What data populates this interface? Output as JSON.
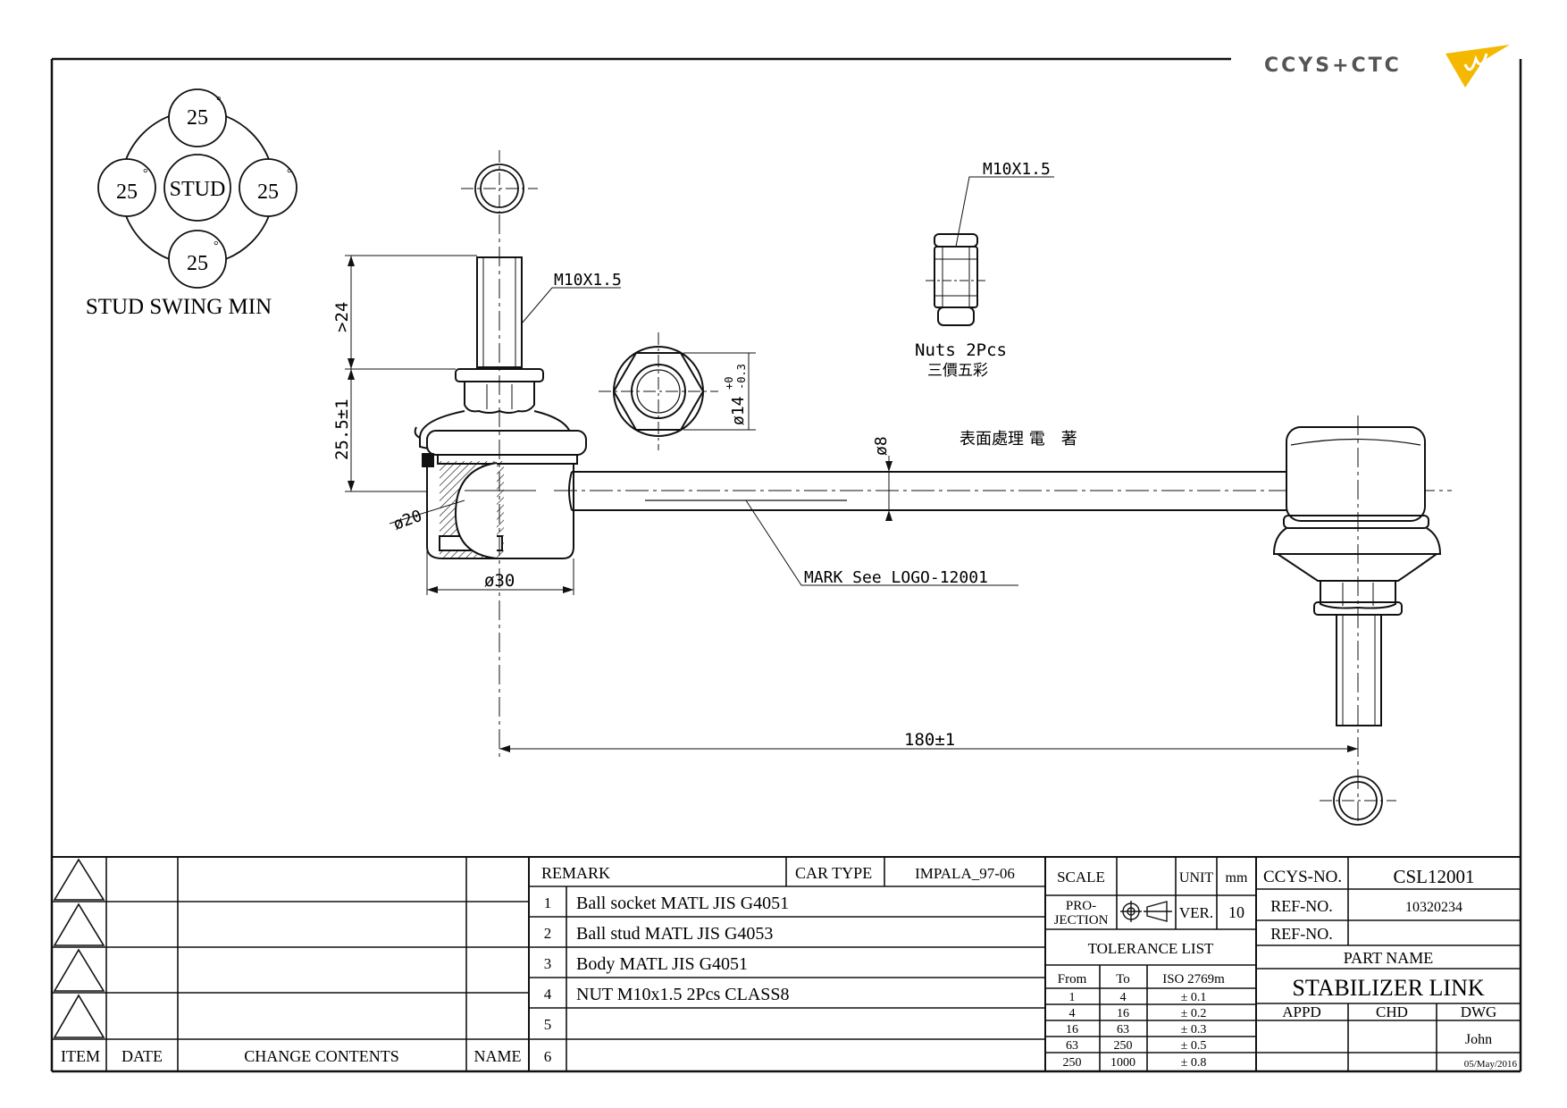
{
  "logo": {
    "text": "CCYS+CTC",
    "accent": "#f5b800"
  },
  "stud_swing": {
    "angles": [
      "25",
      "25",
      "25",
      "25"
    ],
    "degree_mark": "°",
    "center_label": "STUD",
    "caption": "STUD SWING MIN"
  },
  "callouts": {
    "thread_left": "M10X1.5",
    "thread_nut": "M10X1.5",
    "nuts_qty": "Nuts 2Pcs",
    "nuts_note_cn": "三價五彩",
    "surface_note_cn": "表面處理 電　著",
    "mark_note": "MARK See LOGO-12001"
  },
  "dimensions": {
    "thread_length": ">24",
    "height": "25.5±1",
    "ball_dia": "ø20",
    "housing_dia": "ø30",
    "rod_dia": "ø8",
    "hex_dia_main": "ø14",
    "hex_tol_upper": "+0",
    "hex_tol_lower": "-0.3",
    "overall_length": "180±1"
  },
  "revision_block": {
    "headers": {
      "item": "ITEM",
      "date": "DATE",
      "change": "CHANGE CONTENTS",
      "name": "NAME"
    }
  },
  "bom": {
    "remark_label": "REMARK",
    "car_type_label": "CAR TYPE",
    "car_type": "IMPALA_97-06",
    "rows": [
      {
        "no": "1",
        "text": "Ball socket MATL JIS G4051"
      },
      {
        "no": "2",
        "text": "Ball stud MATL JIS G4053"
      },
      {
        "no": "3",
        "text": "Body MATL JIS G4051"
      },
      {
        "no": "4",
        "text": "NUT M10x1.5 2Pcs CLASS8"
      },
      {
        "no": "5",
        "text": ""
      },
      {
        "no": "6",
        "text": ""
      }
    ]
  },
  "title_block": {
    "scale_label": "SCALE",
    "unit_label": "UNIT",
    "unit": "mm",
    "projection_label_1": "PRO-",
    "projection_label_2": "JECTION",
    "ver_label": "VER.",
    "ver": "10",
    "ccys_no_label": "CCYS-NO.",
    "ccys_no": "CSL12001",
    "ref_no_label": "REF-NO.",
    "ref_no": "10320234",
    "ref_no2_label": "REF-NO.",
    "ref_no2": "",
    "part_name_label": "PART NAME",
    "part_name": "STABILIZER LINK",
    "appd_label": "APPD",
    "chd_label": "CHD",
    "dwg_label": "DWG",
    "dwg_by": "John",
    "date": "05/May/2016"
  },
  "tolerance": {
    "title": "TOLERANCE LIST",
    "headers": {
      "from": "From",
      "to": "To",
      "std": "ISO 2769m"
    },
    "rows": [
      {
        "from": "1",
        "to": "4",
        "tol": "± 0.1"
      },
      {
        "from": "4",
        "to": "16",
        "tol": "± 0.2"
      },
      {
        "from": "16",
        "to": "63",
        "tol": "± 0.3"
      },
      {
        "from": "63",
        "to": "250",
        "tol": "± 0.5"
      },
      {
        "from": "250",
        "to": "1000",
        "tol": "± 0.8"
      }
    ]
  }
}
